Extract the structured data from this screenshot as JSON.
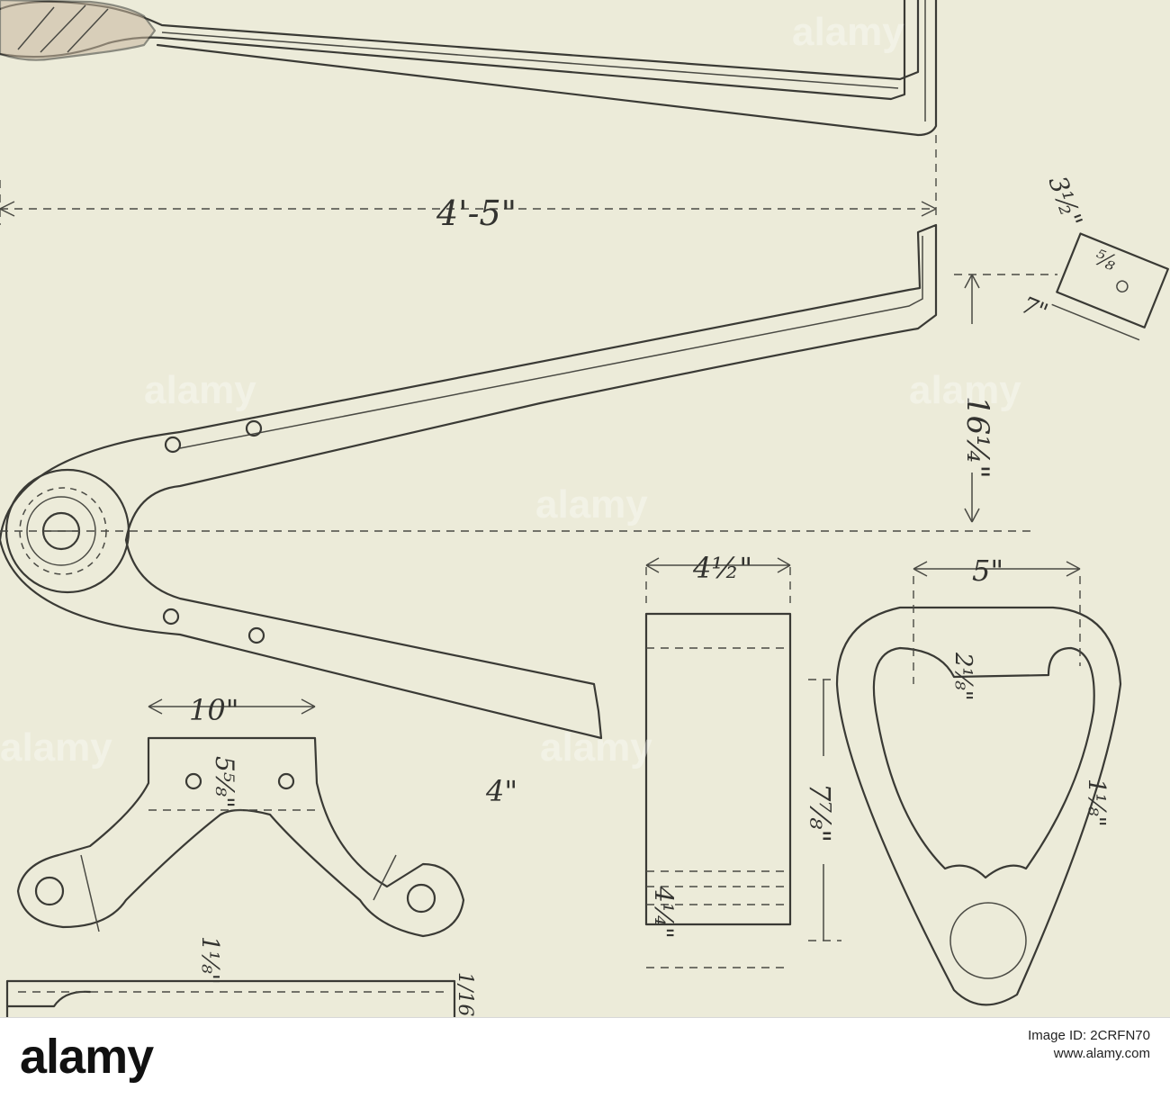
{
  "dimensions": {
    "overall_length": "4'-5\"",
    "arm_offset": "16¼\"",
    "block_width": "4½\"",
    "block_height": "7⅞\"",
    "block_lower": "4¼\"",
    "clip_width": "7\"",
    "clip_height": "3½\"",
    "clip_hole": "⅝",
    "ring_width": "5\"",
    "ring_inner": "2⅛\"",
    "ring_wall": "1⅛\"",
    "yoke_width": "10\"",
    "yoke_depth": "5⅝\"",
    "yoke_lug": "4\"",
    "yoke_thickness": "1⅛\"",
    "bar_thickness": "1/16\""
  },
  "watermark": {
    "text": "alamy"
  },
  "footer": {
    "logo": "alamy",
    "image_id": "Image ID: 2CRFN70",
    "site": "www.alamy.com"
  }
}
